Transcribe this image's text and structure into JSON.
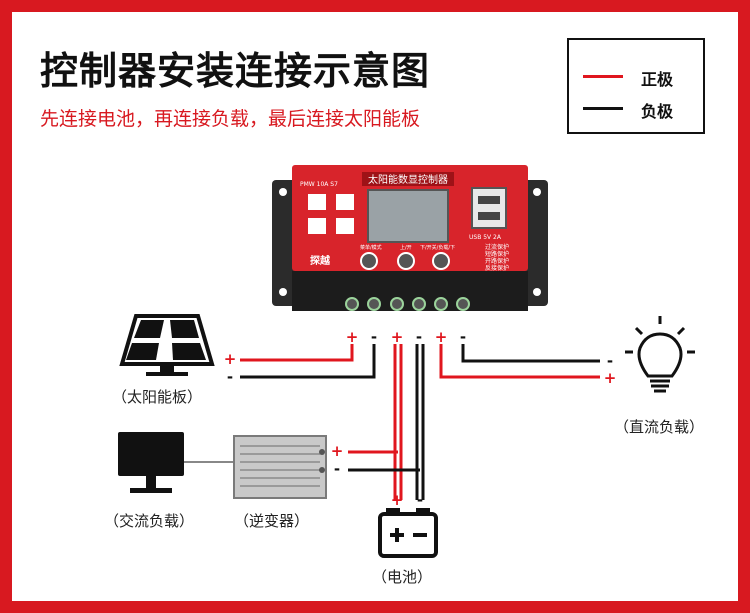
{
  "title": "控制器安装连接示意图",
  "subtitle": "先连接电池，再连接负载，最后连接太阳能板",
  "legend": {
    "positive": {
      "label": "正极",
      "color": "#e0161e"
    },
    "negative": {
      "label": "负极",
      "color": "#111111"
    }
  },
  "controller": {
    "header": "太阳能数显控制器",
    "model": "PMW 10A S7",
    "usb_label": "USB 5V 2A",
    "protections": [
      "过流保护",
      "短路保护",
      "开路保护",
      "反接保护"
    ],
    "brand": "探越",
    "button_labels": [
      "菜单/模式",
      "上/开",
      "下/开关/负载/下"
    ]
  },
  "terminal_signs": [
    "+",
    "-",
    "+",
    "-",
    "+",
    "-"
  ],
  "labels": {
    "solar_panel": "（太阳能板）",
    "dc_load": "（直流负载）",
    "ac_load": "（交流负载）",
    "inverter": "（逆变器）",
    "battery": "（电池）"
  },
  "signs": {
    "plus": "+",
    "minus": "-"
  },
  "icons": {
    "solar": "solar-panel-icon",
    "bulb": "light-bulb-icon",
    "monitor": "monitor-icon",
    "inverter": "inverter-icon",
    "battery": "battery-icon"
  }
}
